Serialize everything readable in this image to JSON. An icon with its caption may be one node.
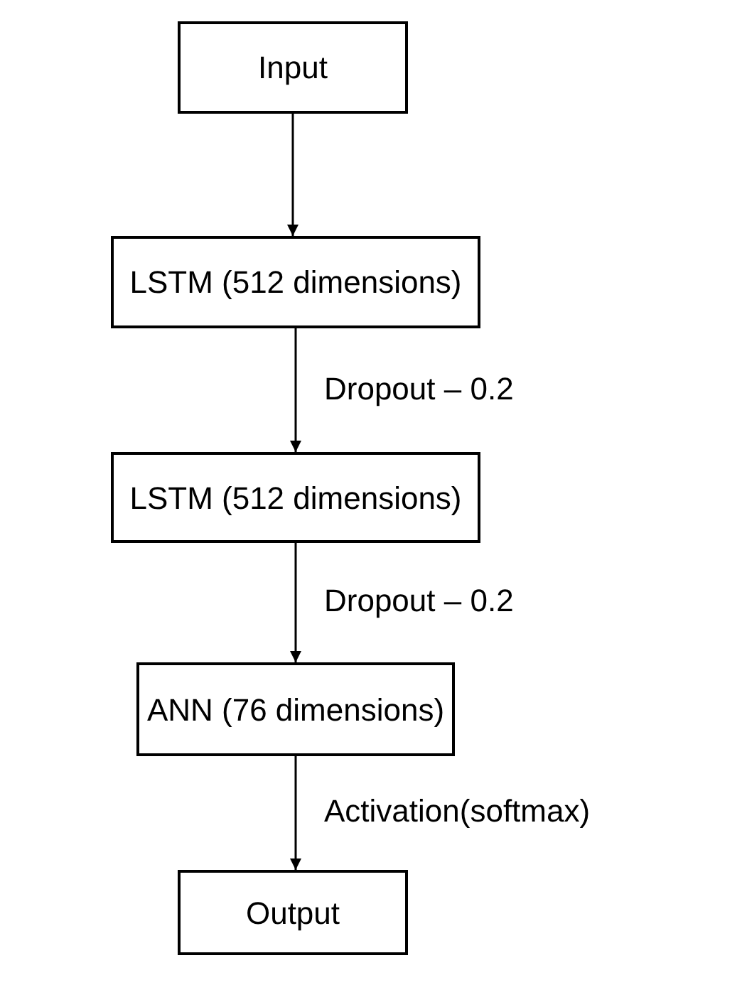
{
  "diagram": {
    "nodes": [
      {
        "text": [
          "Input"
        ]
      },
      {
        "text": [
          "LSTM (512 dimensions)"
        ]
      },
      {
        "text": [
          "LSTM (512 dimensions)"
        ]
      },
      {
        "text": [
          "ANN (76 dimensions)"
        ]
      },
      {
        "text": [
          "Output"
        ]
      }
    ],
    "edges": [
      {
        "from": 0,
        "to": 1,
        "arrow": "to"
      },
      {
        "from": 1,
        "to": 2,
        "arrow": "to",
        "label": "Dropout – 0.2"
      },
      {
        "from": 2,
        "to": 3,
        "arrow": "to",
        "label": "Dropout – 0.2"
      },
      {
        "from": 3,
        "to": 4,
        "arrow": "to",
        "label": "Activation(softmax)"
      }
    ]
  }
}
